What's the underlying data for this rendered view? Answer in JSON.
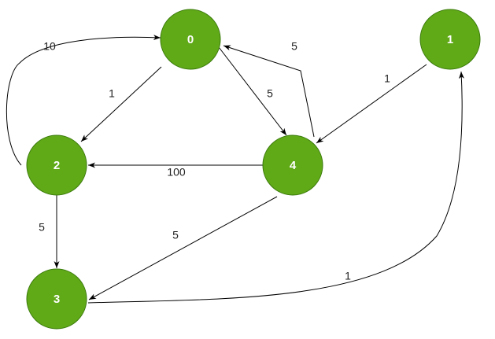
{
  "colors": {
    "node_fill": "#60a917",
    "node_stroke": "#3a7a0c",
    "edge": "#000000",
    "background": "#ffffff"
  },
  "nodes": [
    {
      "id": "0",
      "label": "0"
    },
    {
      "id": "1",
      "label": "1"
    },
    {
      "id": "2",
      "label": "2"
    },
    {
      "id": "3",
      "label": "3"
    },
    {
      "id": "4",
      "label": "4"
    }
  ],
  "edges": [
    {
      "id": "e-2-0",
      "from": "2",
      "to": "0",
      "weight": "10"
    },
    {
      "id": "e-0-2",
      "from": "0",
      "to": "2",
      "weight": "1"
    },
    {
      "id": "e-0-4",
      "from": "0",
      "to": "4",
      "weight": "5"
    },
    {
      "id": "e-4-0",
      "from": "4",
      "to": "0",
      "weight": "5"
    },
    {
      "id": "e-1-4",
      "from": "1",
      "to": "4",
      "weight": "1"
    },
    {
      "id": "e-4-2",
      "from": "4",
      "to": "2",
      "weight": "100"
    },
    {
      "id": "e-2-3",
      "from": "2",
      "to": "3",
      "weight": "5"
    },
    {
      "id": "e-4-3",
      "from": "4",
      "to": "3",
      "weight": "5"
    },
    {
      "id": "e-3-1",
      "from": "3",
      "to": "1",
      "weight": "1"
    }
  ]
}
